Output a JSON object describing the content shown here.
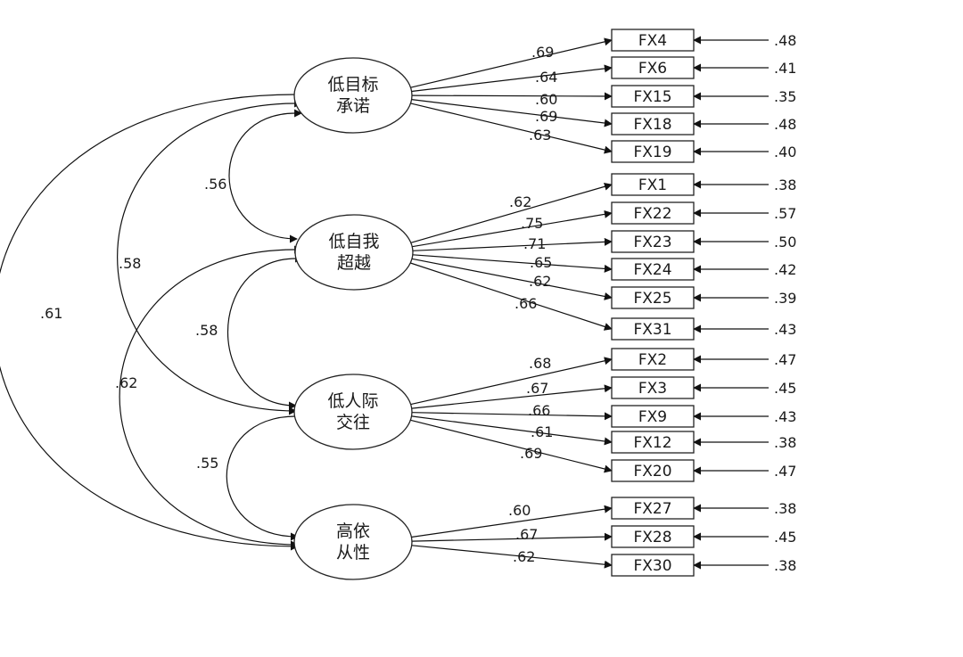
{
  "latents": [
    {
      "id": "L1",
      "line1": "低目标",
      "line2": "承诺"
    },
    {
      "id": "L2",
      "line1": "低自我",
      "line2": "超越"
    },
    {
      "id": "L3",
      "line1": "低人际",
      "line2": "交往"
    },
    {
      "id": "L4",
      "line1": "高依",
      "line2": "从性"
    }
  ],
  "indicators": [
    {
      "label": "FX4",
      "latent": "L1",
      "loading": ".69",
      "error": ".48"
    },
    {
      "label": "FX6",
      "latent": "L1",
      "loading": ".64",
      "error": ".41"
    },
    {
      "label": "FX15",
      "latent": "L1",
      "loading": ".60",
      "error": ".35"
    },
    {
      "label": "FX18",
      "latent": "L1",
      "loading": ".69",
      "error": ".48"
    },
    {
      "label": "FX19",
      "latent": "L1",
      "loading": ".63",
      "error": ".40"
    },
    {
      "label": "FX1",
      "latent": "L2",
      "loading": ".62",
      "error": ".38"
    },
    {
      "label": "FX22",
      "latent": "L2",
      "loading": ".75",
      "error": ".57"
    },
    {
      "label": "FX23",
      "latent": "L2",
      "loading": ".71",
      "error": ".50"
    },
    {
      "label": "FX24",
      "latent": "L2",
      "loading": ".65",
      "error": ".42"
    },
    {
      "label": "FX25",
      "latent": "L2",
      "loading": ".62",
      "error": ".39"
    },
    {
      "label": "FX31",
      "latent": "L2",
      "loading": ".66",
      "error": ".43"
    },
    {
      "label": "FX2",
      "latent": "L3",
      "loading": ".68",
      "error": ".47"
    },
    {
      "label": "FX3",
      "latent": "L3",
      "loading": ".67",
      "error": ".45"
    },
    {
      "label": "FX9",
      "latent": "L3",
      "loading": ".66",
      "error": ".43"
    },
    {
      "label": "FX12",
      "latent": "L3",
      "loading": ".61",
      "error": ".38"
    },
    {
      "label": "FX20",
      "latent": "L3",
      "loading": ".69",
      "error": ".47"
    },
    {
      "label": "FX27",
      "latent": "L4",
      "loading": ".60",
      "error": ".38"
    },
    {
      "label": "FX28",
      "latent": "L4",
      "loading": ".67",
      "error": ".45"
    },
    {
      "label": "FX30",
      "latent": "L4",
      "loading": ".62",
      "error": ".38"
    }
  ],
  "correlations": [
    {
      "from": "L1",
      "to": "L2",
      "value": ".56"
    },
    {
      "from": "L2",
      "to": "L3",
      "value": ".58"
    },
    {
      "from": "L3",
      "to": "L4",
      "value": ".55"
    },
    {
      "from": "L1",
      "to": "L3",
      "value": ".58"
    },
    {
      "from": "L2",
      "to": "L4",
      "value": ".62"
    },
    {
      "from": "L1",
      "to": "L4",
      "value": ".61"
    }
  ]
}
